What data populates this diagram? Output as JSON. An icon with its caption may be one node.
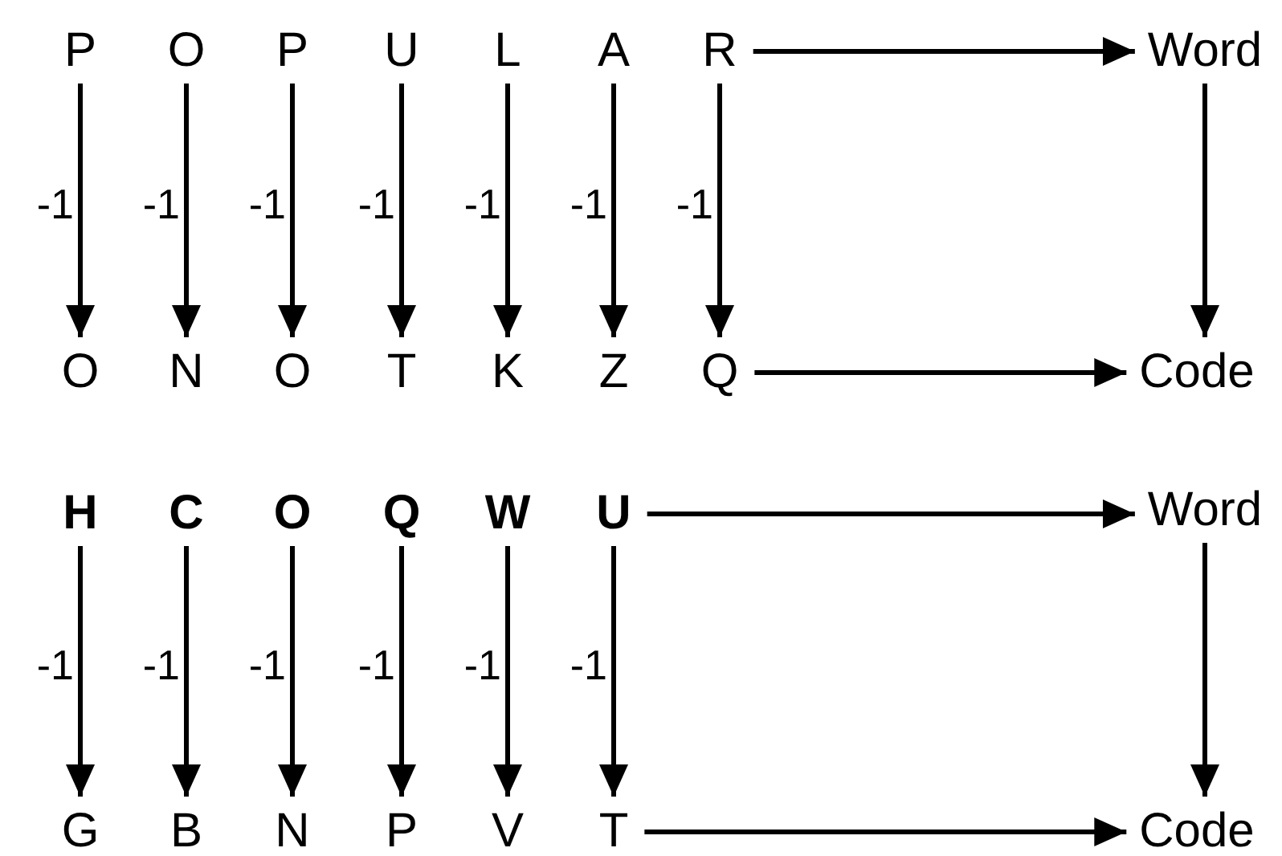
{
  "diagram": {
    "nodes": [
      {
        "text": [
          "P"
        ]
      },
      {
        "text": [
          "O"
        ]
      },
      {
        "text": [
          "P"
        ]
      },
      {
        "text": [
          "U"
        ]
      },
      {
        "text": [
          "L"
        ]
      },
      {
        "text": [
          "A"
        ]
      },
      {
        "text": [
          "R"
        ]
      },
      {
        "text": [
          "Word"
        ]
      },
      {
        "text": [
          "O"
        ]
      },
      {
        "text": [
          "N"
        ]
      },
      {
        "text": [
          "O"
        ]
      },
      {
        "text": [
          "T"
        ]
      },
      {
        "text": [
          "K"
        ]
      },
      {
        "text": [
          "Z"
        ]
      },
      {
        "text": [
          "Q"
        ]
      },
      {
        "text": [
          "Code"
        ]
      },
      {
        "text": [
          "H"
        ]
      },
      {
        "text": [
          "C"
        ]
      },
      {
        "text": [
          "O"
        ]
      },
      {
        "text": [
          "Q"
        ]
      },
      {
        "text": [
          "W"
        ]
      },
      {
        "text": [
          "U"
        ]
      },
      {
        "text": [
          "Word"
        ]
      },
      {
        "text": [
          "G"
        ]
      },
      {
        "text": [
          "B"
        ]
      },
      {
        "text": [
          "N"
        ]
      },
      {
        "text": [
          "P"
        ]
      },
      {
        "text": [
          "V"
        ]
      },
      {
        "text": [
          "T"
        ]
      },
      {
        "text": [
          "Code"
        ]
      }
    ],
    "edges": [
      {
        "from": 0,
        "to": 8,
        "arrow": "to",
        "label": "-1"
      },
      {
        "from": 1,
        "to": 9,
        "arrow": "to",
        "label": "-1"
      },
      {
        "from": 2,
        "to": 10,
        "arrow": "to",
        "label": "-1"
      },
      {
        "from": 3,
        "to": 11,
        "arrow": "to",
        "label": "-1"
      },
      {
        "from": 4,
        "to": 12,
        "arrow": "to",
        "label": "-1"
      },
      {
        "from": 5,
        "to": 13,
        "arrow": "to",
        "label": "-1"
      },
      {
        "from": 6,
        "to": 14,
        "arrow": "to",
        "label": "-1"
      },
      {
        "from": 6,
        "to": 7,
        "arrow": "to"
      },
      {
        "from": 7,
        "to": 15,
        "arrow": "to"
      },
      {
        "from": 14,
        "to": 15,
        "arrow": "to"
      },
      {
        "from": 16,
        "to": 23,
        "arrow": "to",
        "label": "-1"
      },
      {
        "from": 17,
        "to": 24,
        "arrow": "to",
        "label": "-1"
      },
      {
        "from": 18,
        "to": 25,
        "arrow": "to",
        "label": "-1"
      },
      {
        "from": 19,
        "to": 26,
        "arrow": "to",
        "label": "-1"
      },
      {
        "from": 20,
        "to": 27,
        "arrow": "to",
        "label": "-1"
      },
      {
        "from": 21,
        "to": 28,
        "arrow": "to",
        "label": "-1"
      },
      {
        "from": 21,
        "to": 22,
        "arrow": "to"
      },
      {
        "from": 22,
        "to": 29,
        "arrow": "to"
      },
      {
        "from": 28,
        "to": 29,
        "arrow": "to"
      }
    ]
  }
}
